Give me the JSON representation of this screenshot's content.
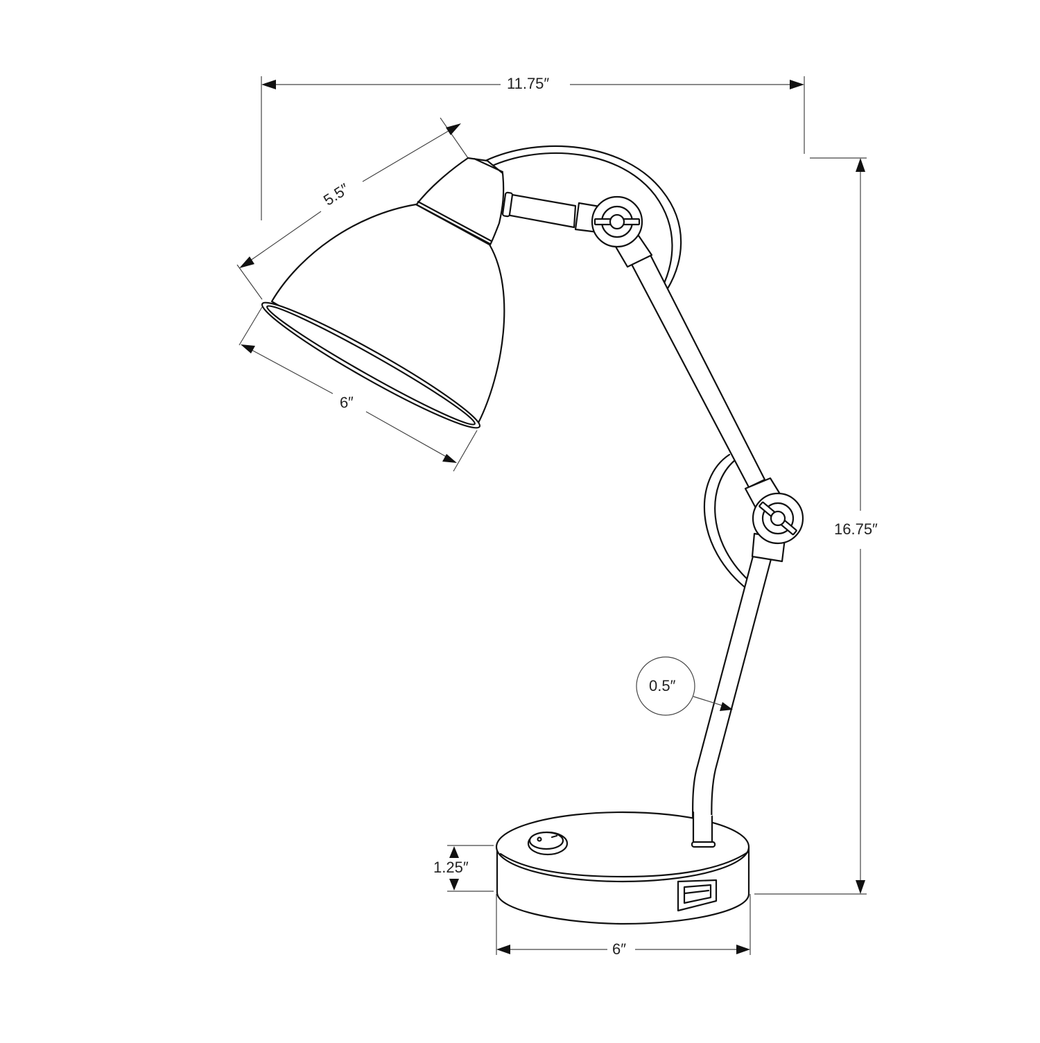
{
  "diagram": {
    "title": "Desk lamp dimension drawing",
    "subject": "adjustable arm desk lamp with dome shade, round base, rocker switch and USB port",
    "line_color": "#111111",
    "background": "#ffffff"
  },
  "dimensions": {
    "overall_width": {
      "label": "11.75″",
      "orientation": "horizontal"
    },
    "overall_height": {
      "label": "16.75″",
      "orientation": "vertical"
    },
    "shade_length": {
      "label": "5.5″",
      "orientation": "diagonal"
    },
    "shade_diameter": {
      "label": "6″",
      "orientation": "diagonal"
    },
    "arm_diameter": {
      "label": "0.5″",
      "style": "circle-callout"
    },
    "base_height": {
      "label": "1.25″",
      "orientation": "vertical"
    },
    "base_diameter": {
      "label": "6″",
      "orientation": "horizontal"
    }
  },
  "parts": [
    {
      "name": "shade",
      "description": "dome lamp shade with rolled rim"
    },
    {
      "name": "socket-cap",
      "description": "shade neck/cap"
    },
    {
      "name": "upper-arm",
      "description": "short horizontal arm"
    },
    {
      "name": "upper-joint",
      "description": "knuckle joint with wing knob"
    },
    {
      "name": "middle-arm",
      "description": "long diagonal arm"
    },
    {
      "name": "lower-joint",
      "description": "knuckle joint with wing knob"
    },
    {
      "name": "lower-arm",
      "description": "bent stem into base"
    },
    {
      "name": "power-cord",
      "description": "looped cable along arm"
    },
    {
      "name": "base",
      "description": "round weighted base"
    },
    {
      "name": "rocker-switch",
      "description": "on/off switch on base top"
    },
    {
      "name": "usb-port",
      "description": "USB charging port on base side"
    }
  ]
}
